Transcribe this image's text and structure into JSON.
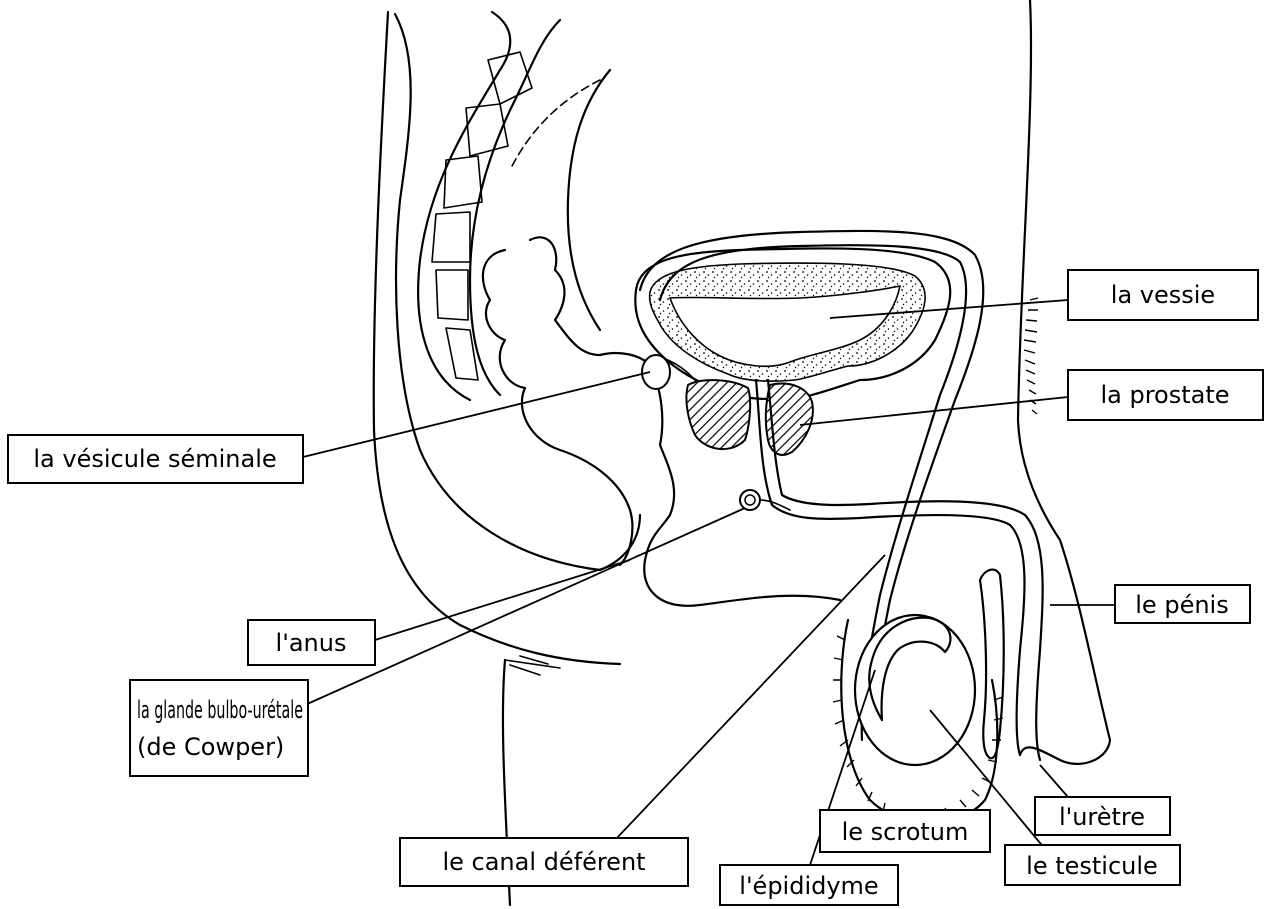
{
  "labels": {
    "vessie": "la vessie",
    "prostate": "la prostate",
    "vesicule": "la vésicule séminale",
    "penis": "le pénis",
    "anus": "l'anus",
    "glande_line1": "la glande bulbo-urétale",
    "glande_line2": "(de Cowper)",
    "uretre": "l'urètre",
    "scrotum": "le scrotum",
    "testicule": "le testicule",
    "canal": "le canal déférent",
    "epididyme": "l'épididyme"
  }
}
